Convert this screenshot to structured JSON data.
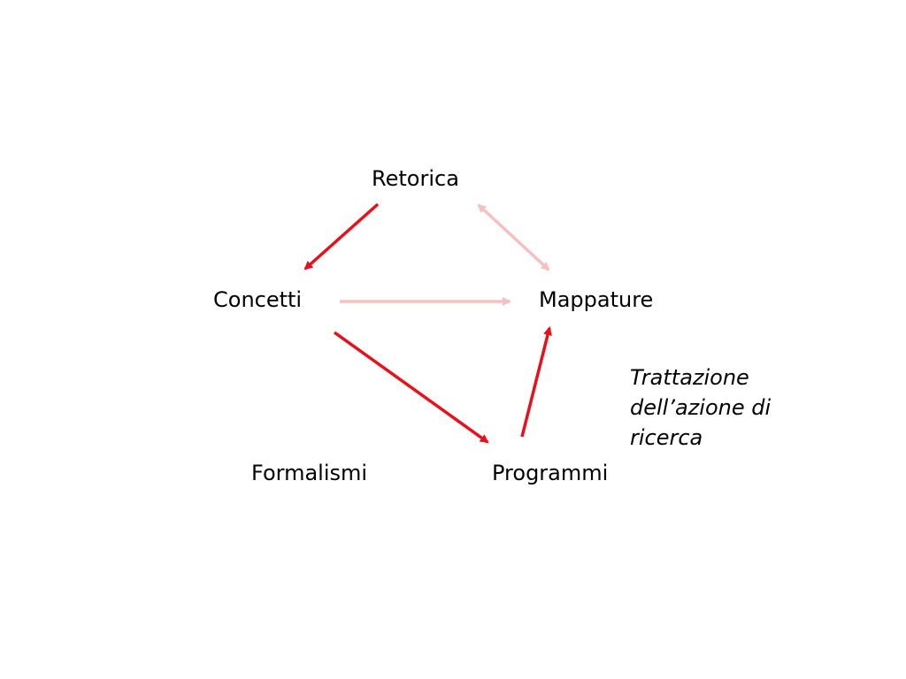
{
  "nodes": {
    "retorica": "Retorica",
    "concetti": "Concetti",
    "mappature": "Mappature",
    "formalismi": "Formalismi",
    "programmi": "Programmi"
  },
  "note": {
    "lines": [
      "Trattazione",
      "dell’azione di",
      "ricerca"
    ]
  },
  "colors": {
    "strong_arrow": "#e8101a",
    "light_arrow": "#f7c0c0",
    "text": "#000000",
    "background": "#ffffff"
  },
  "edges": [
    {
      "from": "retorica",
      "to": "concetti",
      "style": "strong",
      "direction": "forward"
    },
    {
      "from": "retorica",
      "to": "mappature",
      "style": "light",
      "direction": "both"
    },
    {
      "from": "concetti",
      "to": "mappature",
      "style": "light",
      "direction": "forward"
    },
    {
      "from": "concetti",
      "to": "programmi",
      "style": "strong",
      "direction": "forward"
    },
    {
      "from": "programmi",
      "to": "mappature",
      "style": "strong",
      "direction": "forward"
    }
  ]
}
